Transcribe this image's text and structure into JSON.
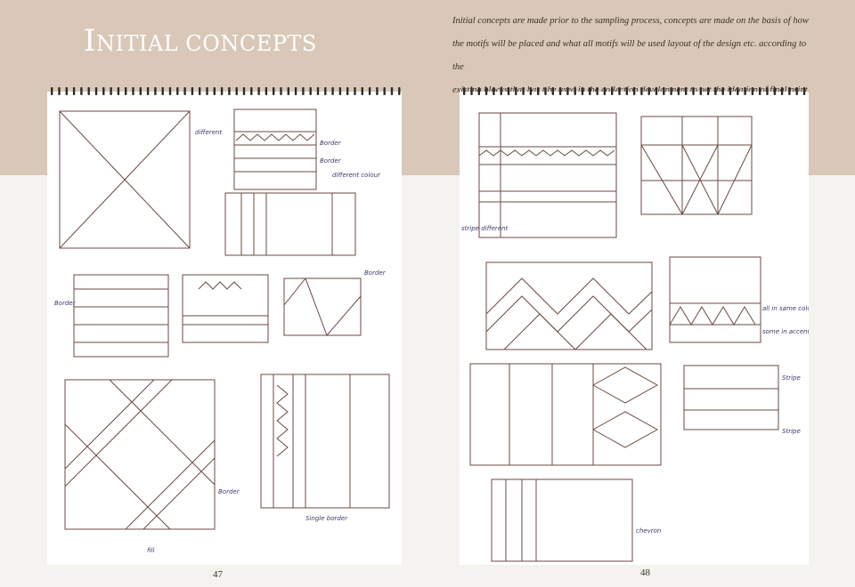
{
  "title": {
    "first_letter": "I",
    "rest": "NITIAL CONCEPTS"
  },
  "intro_lines": [
    "Initial concepts are made prior to the sampling process, concepts are made on the basis of how",
    "the motifs will be placed and what all motifs will be used layout of the design etc. according to the",
    "existing blocks that has t be used in the collection development  to get the ideation of final print."
  ],
  "page_numbers": {
    "left": "47",
    "right": "48"
  },
  "sketch_notes": {
    "left": {
      "different": "different",
      "border": "Border",
      "border2": "Border",
      "different_colour": "different colour",
      "border_a": "Border",
      "border_b": "Border",
      "border_c": "Border",
      "single_border": "Single border",
      "fill": "fill"
    },
    "right": {
      "stripe": "Stripe",
      "stripe2": "Stripe",
      "all_in_same_colour": "all in same colour",
      "some_in_accent": "some in accent",
      "chevron": "chevron",
      "stripe_different": "stripe different"
    }
  }
}
